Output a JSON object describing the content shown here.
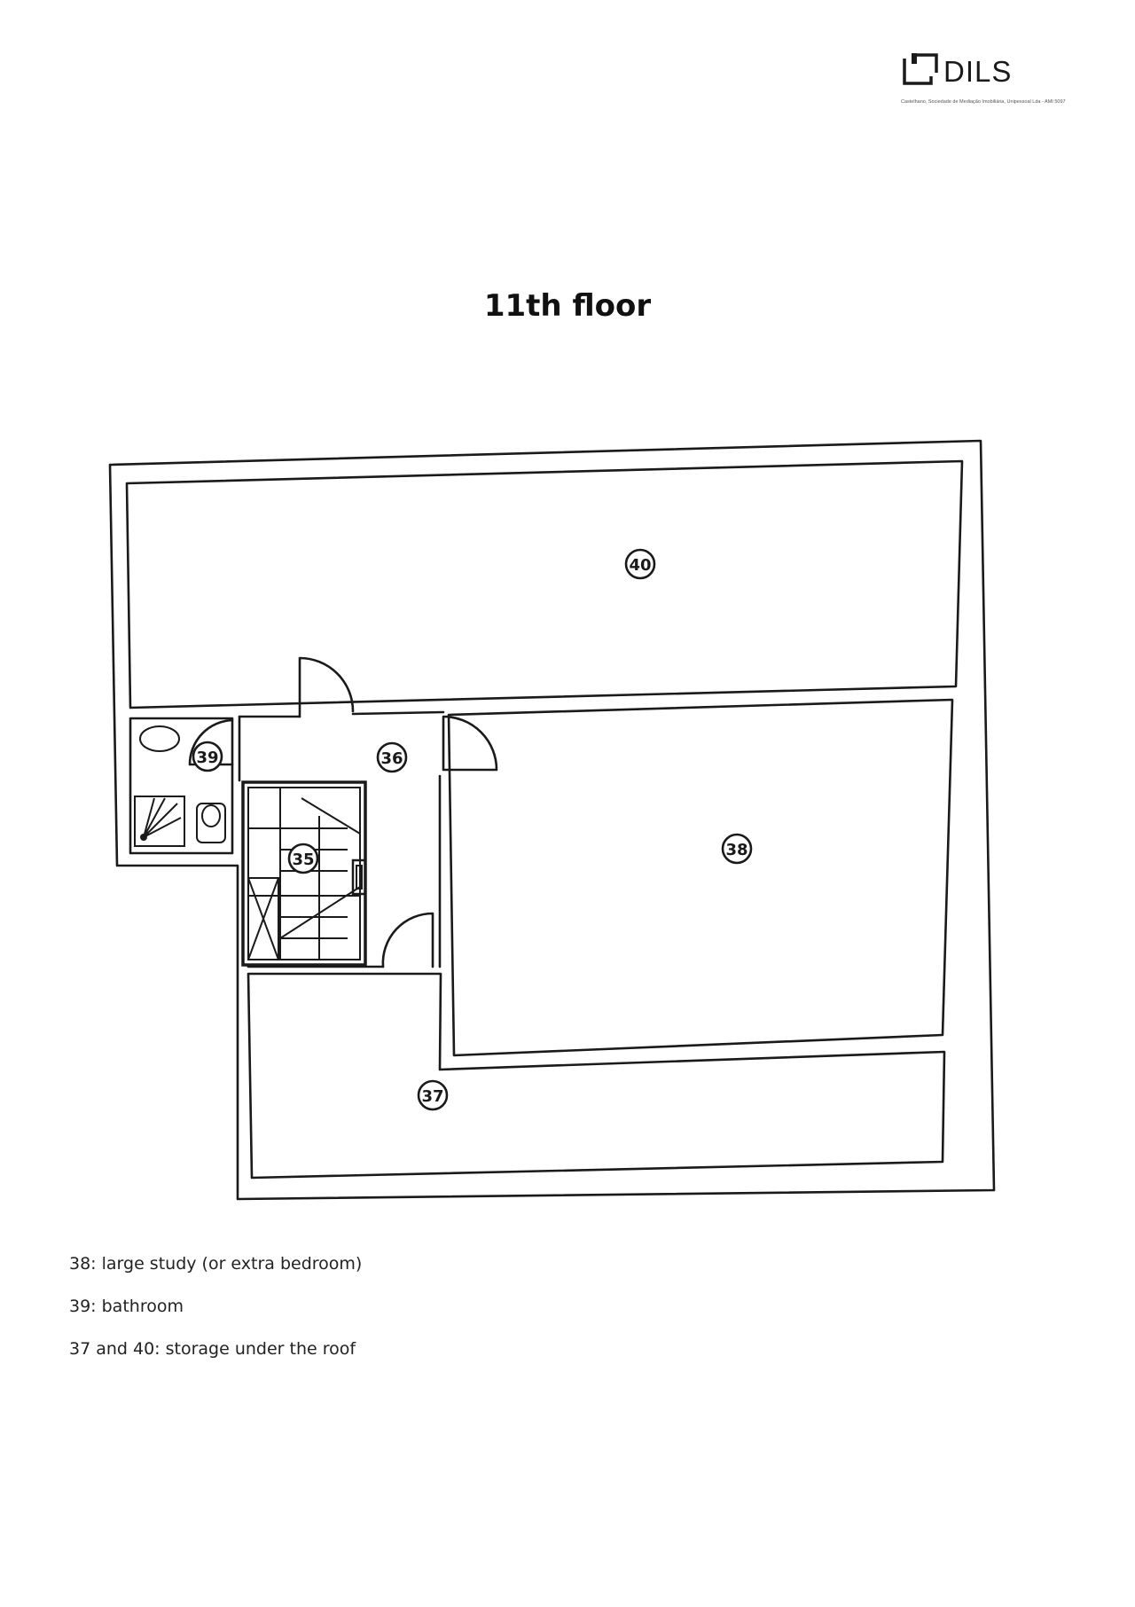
{
  "logo": {
    "word": "DILS",
    "fine_print": "Castelhano, Sociedade de Mediação Imobiliária, Unipessoal Lda - AMI 5097"
  },
  "page": {
    "title": "11th floor"
  },
  "rooms": [
    {
      "number": "40"
    },
    {
      "number": "39"
    },
    {
      "number": "36"
    },
    {
      "number": "35"
    },
    {
      "number": "38"
    },
    {
      "number": "37"
    }
  ],
  "legend": [
    "38: large study (or extra bedroom)",
    "39: bathroom",
    "37 and 40: storage under the roof"
  ],
  "colors": {
    "ink": "#1a1a1a",
    "paper": "#ffffff"
  }
}
